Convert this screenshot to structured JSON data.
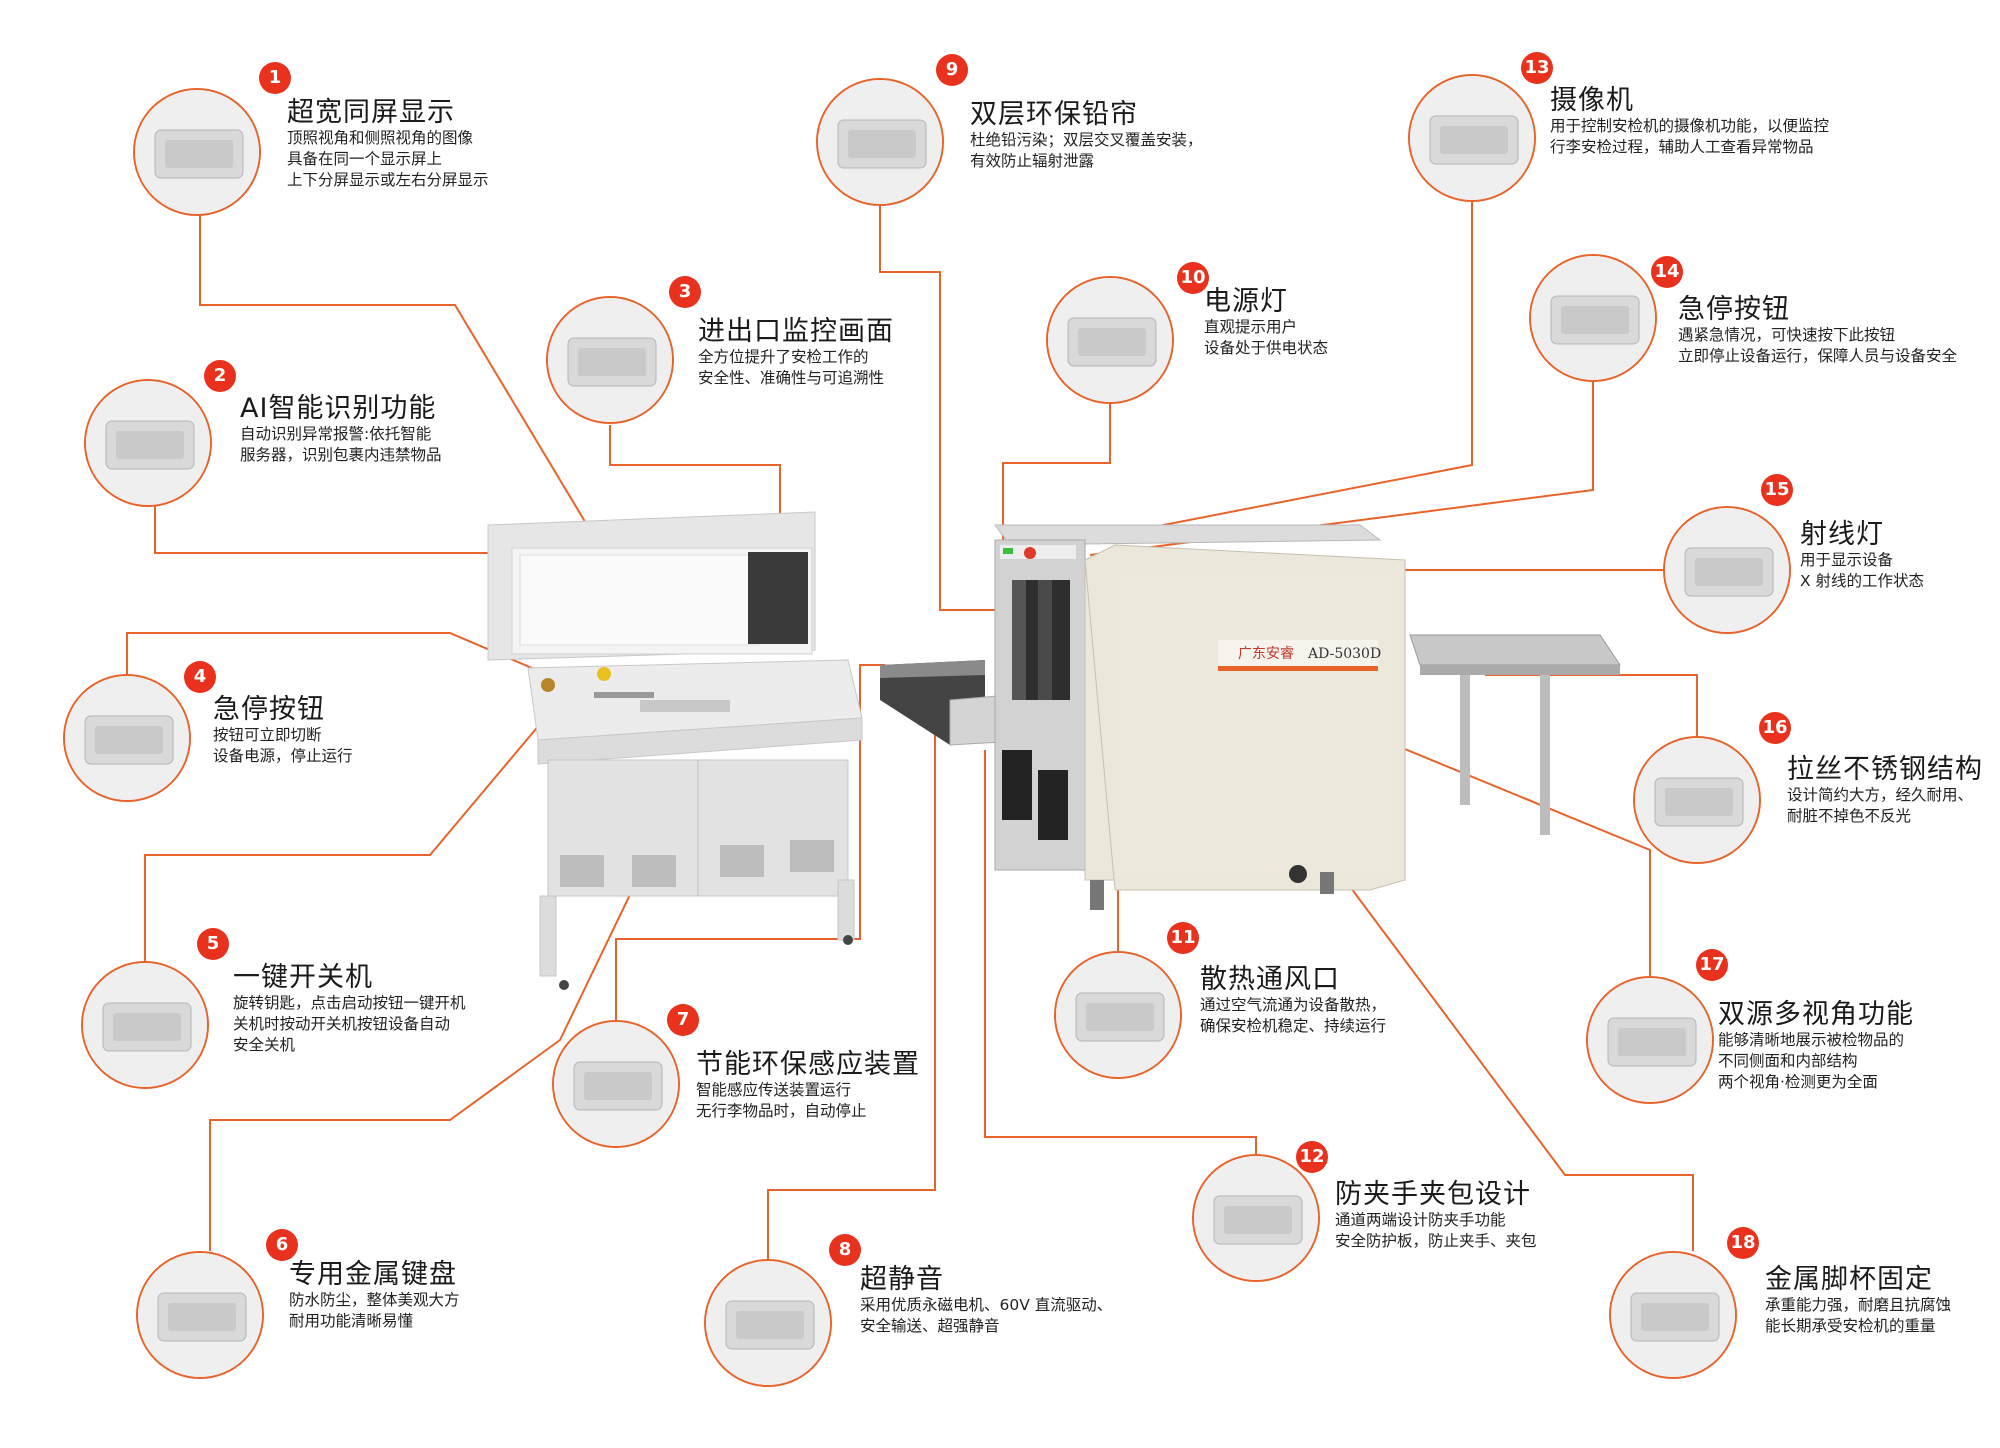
{
  "colors": {
    "accent": "#e8632a",
    "badge": "#e8321e",
    "machine_body": "#ebe7db",
    "console": "#e4e4e4"
  },
  "machine": {
    "brand": "广东安睿",
    "model": "AD-5030D"
  },
  "features": [
    {
      "num": "1",
      "title": "超宽同屏显示",
      "icon": "dual-view-screen-icon",
      "desc": [
        "顶照视角和侧照视角的图像",
        "具备在同一个显示屏上",
        "上下分屏显示或左右分屏显示"
      ]
    },
    {
      "num": "2",
      "title": "AI智能识别功能",
      "icon": "ai-detection-screen-icon",
      "desc": [
        "自动识别异常报警:依托智能",
        "服务器，识别包裹内违禁物品"
      ]
    },
    {
      "num": "3",
      "title": "进出口监控画面",
      "icon": "monitor-feed-icon",
      "desc": [
        "全方位提升了安检工作的",
        "安全性、准确性与可追溯性"
      ]
    },
    {
      "num": "4",
      "title": "急停按钮",
      "icon": "emergency-stop-icon",
      "desc": [
        "按钮可立即切断",
        "设备电源，停止运行"
      ]
    },
    {
      "num": "5",
      "title": "一键开关机",
      "icon": "key-switch-icon",
      "desc": [
        "旋转钥匙，点击启动按钮一键开机",
        "关机时按动开关机按钮设备自动",
        "安全关机"
      ]
    },
    {
      "num": "6",
      "title": "专用金属键盘",
      "icon": "metal-keyboard-icon",
      "desc": [
        "防水防尘，整体美观大方",
        "耐用功能清晰易懂"
      ]
    },
    {
      "num": "7",
      "title": "节能环保感应装置",
      "icon": "sensor-icon",
      "desc": [
        "智能感应传送装置运行",
        "无行李物品时，自动停止"
      ]
    },
    {
      "num": "8",
      "title": "超静音",
      "icon": "conveyor-belt-icon",
      "desc": [
        "采用优质永磁电机、60V 直流驱动、",
        "安全输送、超强静音"
      ]
    },
    {
      "num": "9",
      "title": "双层环保铅帘",
      "icon": "lead-curtain-icon",
      "desc": [
        "杜绝铅污染；双层交叉覆盖安装，",
        "有效防止辐射泄露"
      ]
    },
    {
      "num": "10",
      "title": "电源灯",
      "icon": "power-light-icon",
      "desc": [
        "直观提示用户",
        "设备处于供电状态"
      ]
    },
    {
      "num": "11",
      "title": "散热通风口",
      "icon": "cooling-fan-icon",
      "desc": [
        "通过空气流通为设备散热，",
        "确保安检机稳定、持续运行"
      ]
    },
    {
      "num": "12",
      "title": "防夹手夹包设计",
      "icon": "anti-pinch-icon",
      "desc": [
        "通道两端设计防夹手功能",
        "安全防护板，防止夹手、夹包"
      ]
    },
    {
      "num": "13",
      "title": "摄像机",
      "icon": "camera-icon",
      "desc": [
        "用于控制安检机的摄像机功能，以便监控",
        "行李安检过程，辅助人工查看异常物品"
      ]
    },
    {
      "num": "14",
      "title": "急停按钮",
      "icon": "emergency-stop-icon",
      "desc": [
        "遇紧急情况，可快速按下此按钮",
        "立即停止设备运行，保障人员与设备安全"
      ]
    },
    {
      "num": "15",
      "title": "射线灯",
      "icon": "xray-light-icon",
      "desc": [
        "用于显示设备",
        "X 射线的工作状态"
      ]
    },
    {
      "num": "16",
      "title": "拉丝不锈钢结构",
      "icon": "stainless-steel-icon",
      "desc": [
        "设计简约大方，经久耐用、",
        "耐脏不掉色不反光"
      ]
    },
    {
      "num": "17",
      "title": "双源多视角功能",
      "icon": "dual-source-icon",
      "desc": [
        "能够清晰地展示被检物品的",
        "不同侧面和内部结构",
        "两个视角·检测更为全面"
      ]
    },
    {
      "num": "18",
      "title": "金属脚杯固定",
      "icon": "metal-foot-icon",
      "desc": [
        "承重能力强，耐磨且抗腐蚀",
        "能长期承受安检机的重量"
      ]
    }
  ]
}
